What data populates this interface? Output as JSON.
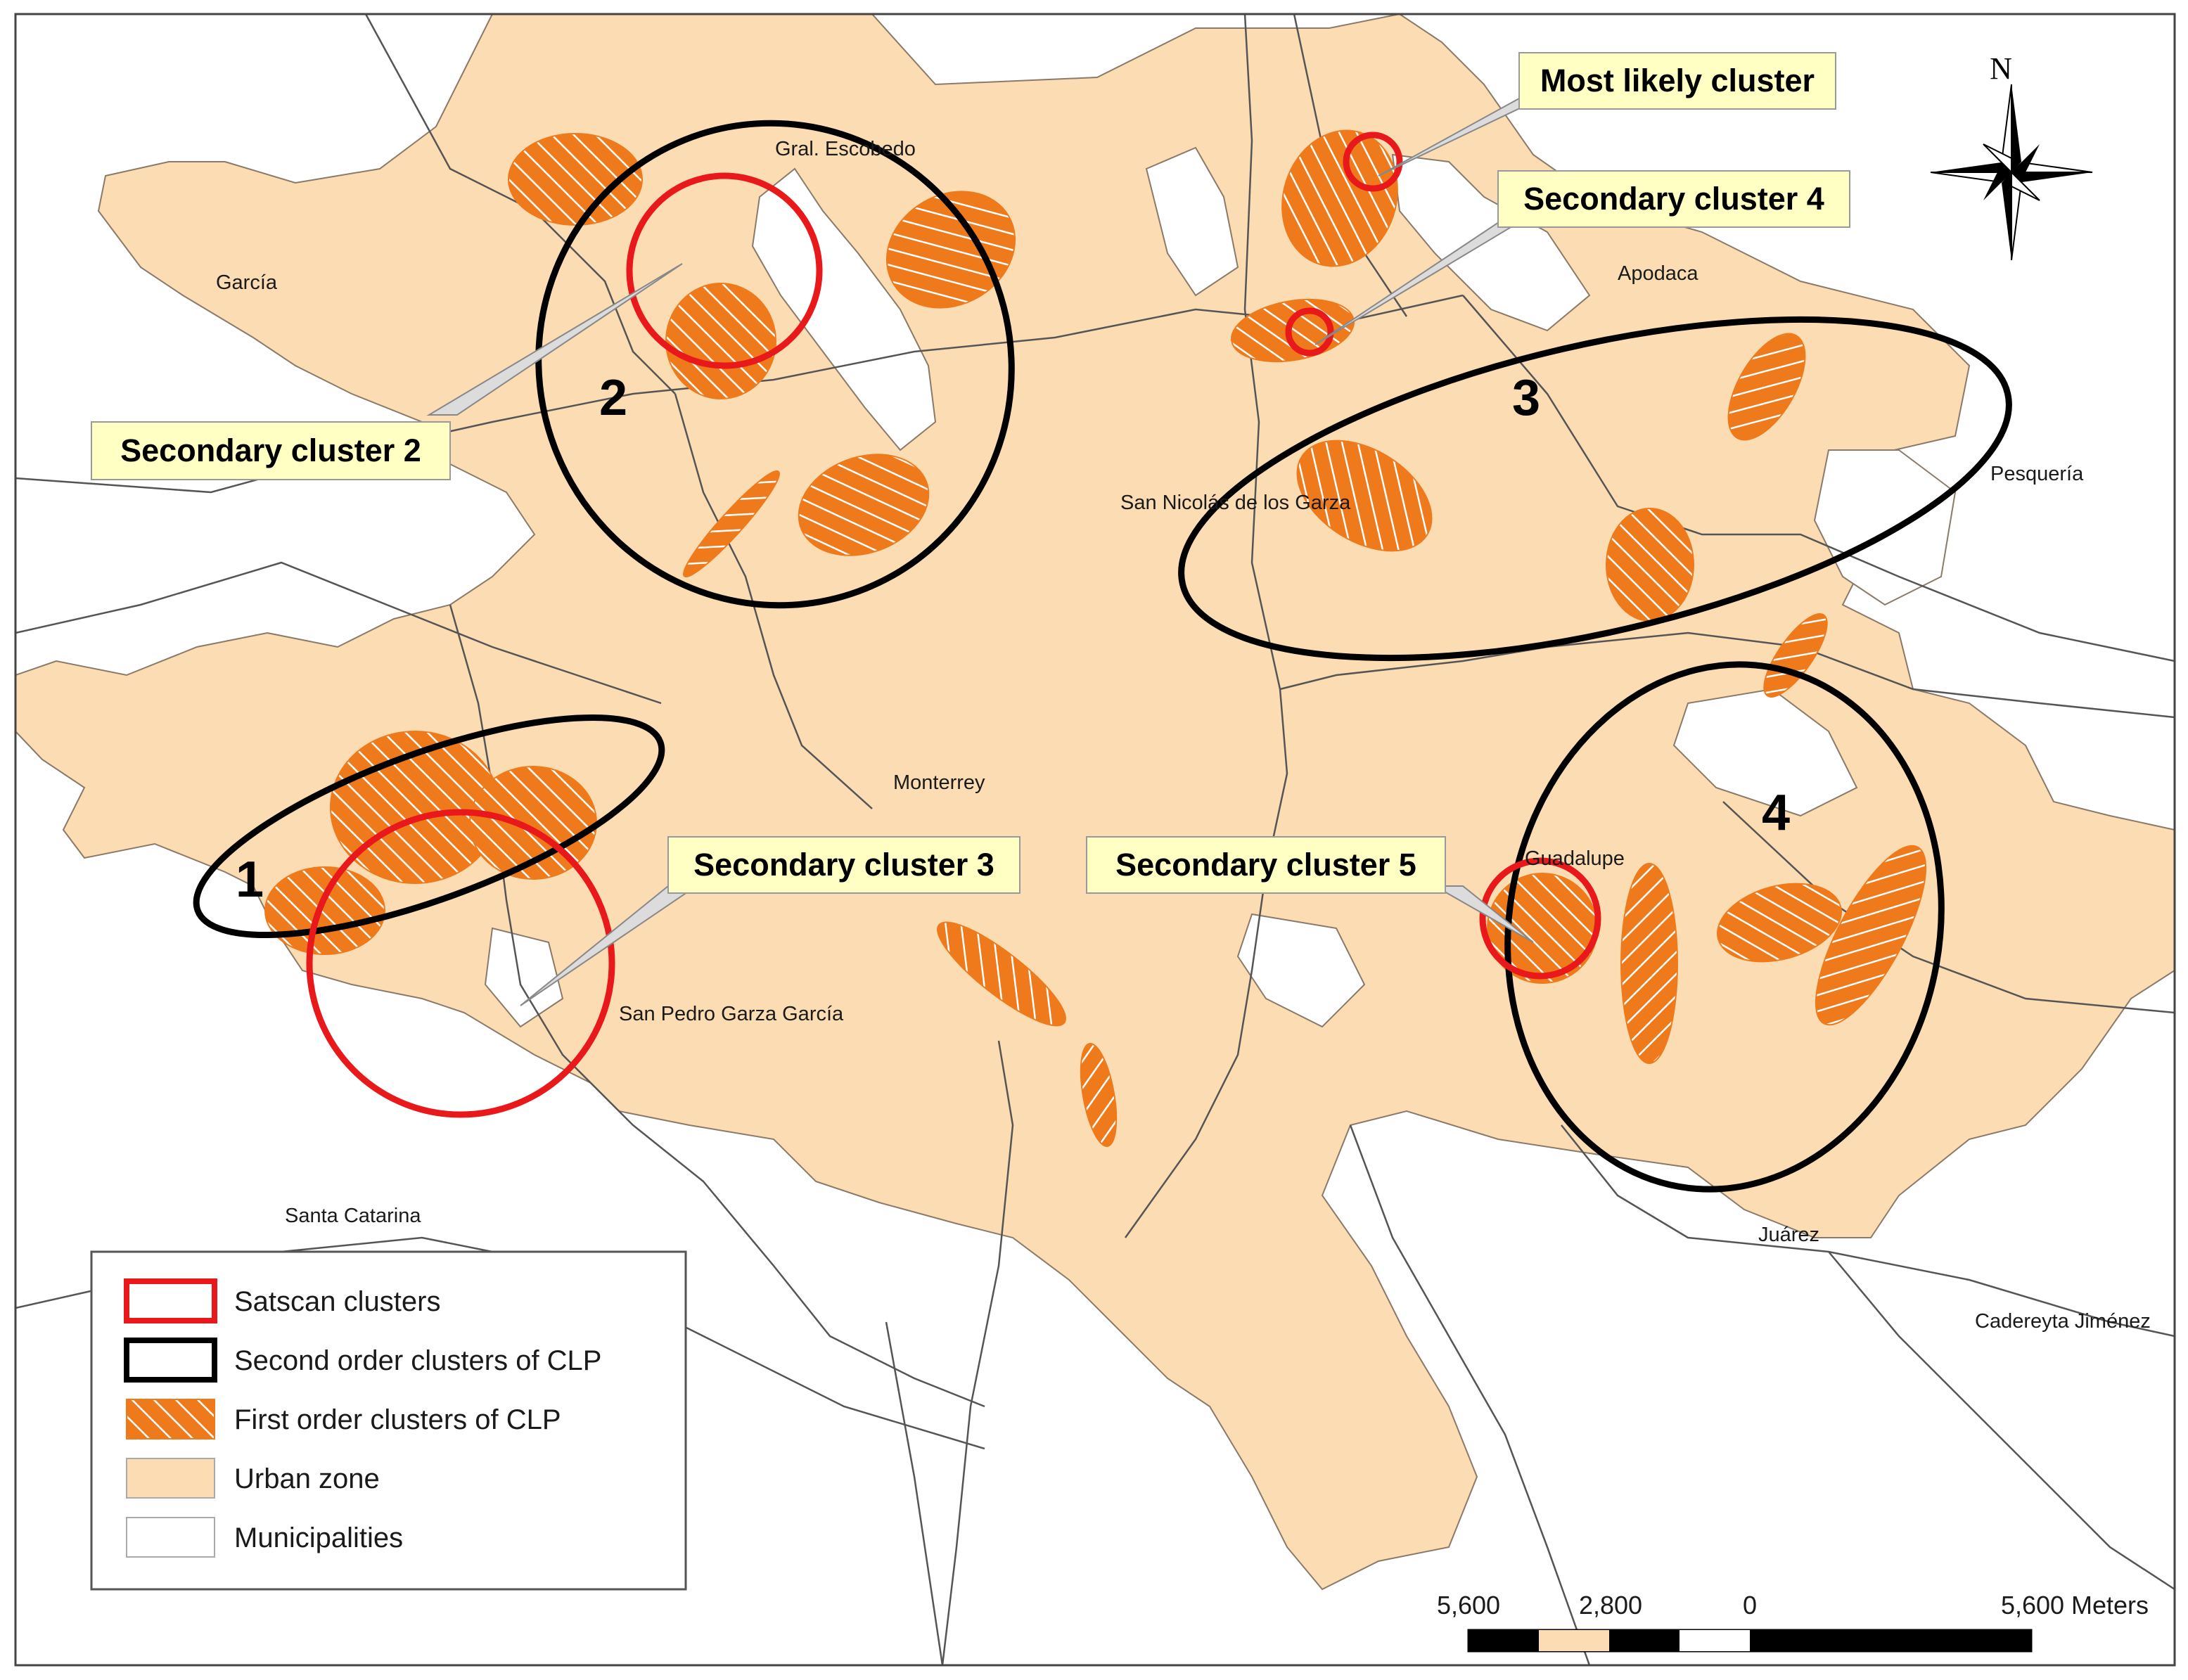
{
  "map": {
    "colors": {
      "urban": "#fcdcb2",
      "municipality_bg": "#ffffff",
      "boundary": "#555555",
      "first_order_fill": "#ee7a1c",
      "first_order_hatch": "#ffffff",
      "satscan": "#e8181b",
      "second_order": "#000000",
      "callout_bg": "#ffffc4"
    },
    "municipalities": {
      "escobedo": "Gral. Escobedo",
      "garcia": "García",
      "apodaca": "Apodaca",
      "pesqueria": "Pesquería",
      "san_nicolas": "San Nicolás de los Garza",
      "monterrey": "Monterrey",
      "guadalupe": "Guadalupe",
      "san_pedro": "San Pedro Garza García",
      "santa_catarina": "Santa Catarina",
      "juarez": "Juárez",
      "cadereyta": "Cadereyta Jiménez"
    },
    "callouts": {
      "most_likely": "Most likely cluster",
      "secondary_4": "Secondary cluster 4",
      "secondary_2": "Secondary cluster 2",
      "secondary_3": "Secondary cluster 3",
      "secondary_5": "Secondary cluster 5"
    },
    "second_order_numbers": {
      "c1": "1",
      "c2": "2",
      "c3": "3",
      "c4": "4"
    },
    "north_label": "N"
  },
  "legend": {
    "satscan": "Satscan clusters",
    "second_order": "Second order clusters of CLP",
    "first_order": "First order clusters of CLP",
    "urban": "Urban zone",
    "municipalities": "Municipalities"
  },
  "scale_bar": {
    "labels": [
      "5,600",
      "2,800",
      "0",
      "5,600 Meters"
    ]
  }
}
